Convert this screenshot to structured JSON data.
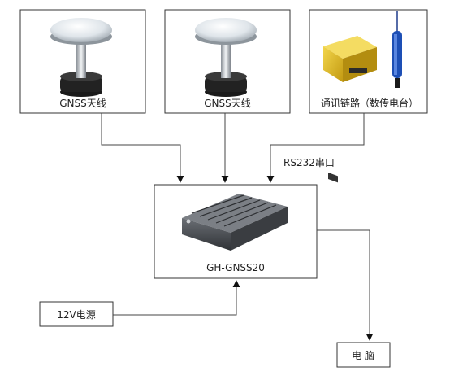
{
  "nodes": {
    "antenna_1": {
      "label": "GNSS天线"
    },
    "antenna_2": {
      "label": "GNSS天线"
    },
    "radio": {
      "label": "通讯链路（数传电台）"
    },
    "receiver": {
      "label": "GH-GNSS20"
    },
    "power": {
      "label": "12V电源"
    },
    "computer": {
      "label": "电 脑"
    }
  },
  "edges": {
    "radio_to_receiver": {
      "label": "RS232串口"
    }
  },
  "colors": {
    "line": "#444444",
    "box_border": "#333333",
    "radio_body": "#d8b21a",
    "antenna_dome": "#dfe5ea",
    "device_body": "#4a4d52"
  }
}
